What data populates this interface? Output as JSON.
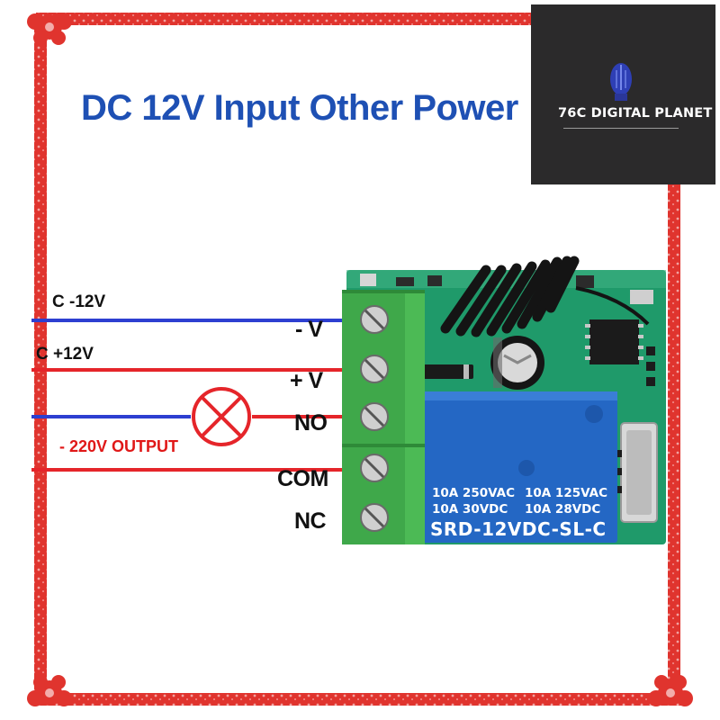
{
  "title": "DC 12V Input Other Power",
  "wires": {
    "negative_label": "C -12V",
    "positive_label": "C +12V",
    "output_label": "- 220V OUTPUT",
    "colors": {
      "negative": "#2d3fd1",
      "positive": "#e5252a",
      "output": "#e5252a"
    }
  },
  "terminals": [
    {
      "label": "- V"
    },
    {
      "label": "+ V"
    },
    {
      "label": "NO"
    },
    {
      "label": "COM"
    },
    {
      "label": "NC"
    }
  ],
  "relay": {
    "rating_line1_left": "10A 250VAC",
    "rating_line1_right": "10A 125VAC",
    "rating_line2_left": "10A 30VDC",
    "rating_line2_right": "10A 28VDC",
    "model": "SRD-12VDC-SL-C",
    "color": "#2467c4"
  },
  "brand": {
    "name": "76C DIGITAL PLANET",
    "icon": "blue-bulb-icon",
    "background": "#2b2a2b"
  },
  "border": {
    "color": "#e0342e",
    "corner_icon": "flower-ornament-icon"
  }
}
